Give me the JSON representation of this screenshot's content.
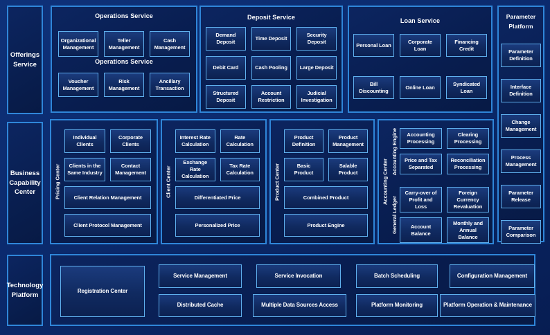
{
  "offerings": {
    "label": "Offerings Service"
  },
  "operations": {
    "title": "Operations Service",
    "subtitle": "Operations Service",
    "row1": [
      "Organizational Management",
      "Teller Management",
      "Cash Management"
    ],
    "row2": [
      "Voucher Management",
      "Risk Management",
      "Ancillary Transaction"
    ]
  },
  "deposit": {
    "title": "Deposit Service",
    "boxes": [
      "Demand Deposit",
      "Time Deposit",
      "Security Deposit",
      "Debit Card",
      "Cash Pooling",
      "Large Deposit",
      "Structured Deposit",
      "Account Restriction",
      "Judicial Investigation"
    ]
  },
  "loan": {
    "title": "Loan Service",
    "row1": [
      "Personal Loan",
      "Corporate Loan",
      "Financing Credit"
    ],
    "row2": [
      "Bill Discounting",
      "Online Loan",
      "Syndicated Loan"
    ]
  },
  "parameter_platform": {
    "title_line1": "Parameter",
    "title_line2": "Platform",
    "boxes": [
      "Parameter Definition",
      "Interface Definition",
      "Change Management",
      "Process Management",
      "Parameter Release",
      "Parameter Comparison"
    ]
  },
  "business": {
    "label": "Business Capability Center",
    "pricing_center": {
      "vertical_label": "Pricing Center",
      "boxes": [
        "Individual Clients",
        "Corporate Clients",
        "Clients in the Same Industry",
        "Contact Management"
      ],
      "wide_boxes": [
        "Client Relation Management",
        "Client Protocol Management"
      ]
    },
    "client_center": {
      "vertical_label": "Client Center",
      "boxes": [
        "Interest Rate Calculation",
        "Rate Calculation",
        "Exchange Rate Calculation",
        "Tax Rate Calculation"
      ],
      "wide_boxes": [
        "Differentiated Price",
        "Personalized Price"
      ]
    },
    "product_center": {
      "vertical_label": "Product Center",
      "boxes": [
        "Product Definition",
        "Product Management",
        "Basic Product",
        "Salable Product"
      ],
      "wide_boxes": [
        "Combined Product",
        "Product Engine"
      ]
    },
    "accounting_center": {
      "vertical_label": "Accounting Center",
      "accounting_engine": {
        "vertical_label": "Accounting Engine",
        "boxes": [
          "Accounting Processing",
          "Clearing Processing",
          "Price and Tax Separated",
          "Reconciliation Processing"
        ]
      },
      "general_ledger": {
        "vertical_label": "General Ledger",
        "boxes": [
          "Carry-over of Profit and Loss",
          "Foreign Currency Revaluation",
          "Account Balance",
          "Monthly and Annual Balance"
        ]
      }
    }
  },
  "technology": {
    "label": "Technology Platform",
    "registration_center": "Registration Center",
    "row1": [
      "Service Management",
      "Service Invocation",
      "Batch Scheduling",
      "Configuration Management"
    ],
    "row2": [
      "Distributed Cache",
      "Multiple Data Sources Access",
      "Platform Monitoring",
      "Platform Operation & Maintenance"
    ]
  },
  "colors": {
    "page_background": "#0b2a6d",
    "panel_background": "#081d4f",
    "panel_border": "#2f86d9",
    "box_border": "#5fb0ee",
    "box_fill_top": "#1b3b7d",
    "box_fill_bottom": "#0c2151",
    "text": "#ffffff"
  }
}
